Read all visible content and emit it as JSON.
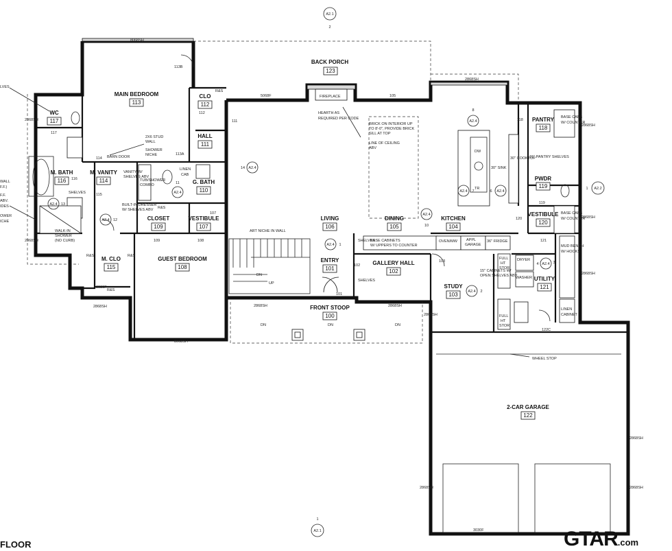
{
  "rooms": [
    {
      "label": "BACK PORCH",
      "num": "123"
    },
    {
      "label": "MAIN BEDROOM",
      "num": "113"
    },
    {
      "label": "WC",
      "num": "117"
    },
    {
      "label": "CLO",
      "num": "112"
    },
    {
      "label": "HALL",
      "num": "111"
    },
    {
      "label": "M. BATH",
      "num": "116"
    },
    {
      "label": "M. VANITY",
      "num": "114"
    },
    {
      "label": "G. BATH",
      "num": "110"
    },
    {
      "label": "CLOSET",
      "num": "109"
    },
    {
      "label": "VESTIBULE",
      "num": "107"
    },
    {
      "label": "M. CLO",
      "num": "115"
    },
    {
      "label": "GUEST BEDROOM",
      "num": "108"
    },
    {
      "label": "LIVING",
      "num": "106"
    },
    {
      "label": "ENTRY",
      "num": "101"
    },
    {
      "label": "DINING",
      "num": "105"
    },
    {
      "label": "GALLERY HALL",
      "num": "102"
    },
    {
      "label": "KITCHEN",
      "num": "104"
    },
    {
      "label": "PANTRY",
      "num": "118"
    },
    {
      "label": "PWDR",
      "num": "119"
    },
    {
      "label": "VESTIBULE",
      "num": "120"
    },
    {
      "label": "UTILITY",
      "num": "121"
    },
    {
      "label": "STUDY",
      "num": "103"
    },
    {
      "label": "FRONT STOOP",
      "num": "100"
    },
    {
      "label": "2-CAR GARAGE",
      "num": "122"
    }
  ],
  "notes": [
    "FIREPLACE",
    "HEARTH AS",
    "REQUIRED PER CODE",
    "BRICK ON INTERIOR UP",
    "TO 8'-0\", PROVIDE BRICK",
    "SILL AT TOP",
    "LINE OF CEILING",
    "ABV",
    "2X6 STUD",
    "WALL",
    "SHOWER",
    "NICHE",
    "BARN DOOR",
    "LINEN",
    "CAB",
    "R&S",
    "R&S",
    "R&S",
    "R&S",
    "R&S",
    "ART NICHE IN WALL",
    "BASE CABINETS",
    "W/ UPPERS TO COUNTER",
    "OVEN/MW",
    "APPL",
    "GARAGE",
    "36\" FRIDGE",
    "DW",
    "30\" SINK",
    "TR",
    "30\" COOKTOP",
    "15\" PANTRY SHELVES",
    "BASE CABS",
    "W/ COUNTER",
    "BASE CABS",
    "W/ COUNTER",
    "DRYER",
    "WASHER",
    "MUD BENCH",
    "W/ HOOKS",
    "LINEN",
    "CABINET",
    "FULL",
    "HT",
    "STOR",
    "FULL",
    "HT",
    "STOR",
    "15\" CABINETS W/",
    "OPEN SHELVES ABV",
    "WHEEL STOP",
    "WALK-IN",
    "SHOWER",
    "(NO CURB)",
    "SHELVES",
    "UP",
    "DN",
    "DN",
    "DN",
    "DN",
    "SHELVES",
    "SHELVES",
    "TUB/SHOWER",
    "COMBO",
    "BUILT-IN DRESSER",
    "W/ SHELVES ABV",
    "VANITY W/",
    "SHELVES ABV"
  ],
  "door_tags": [
    "113B",
    "112",
    "111",
    "114",
    "113A",
    "115",
    "116",
    "117",
    "109",
    "108",
    "107",
    "102",
    "101",
    "103",
    "118",
    "119",
    "120",
    "121",
    "122C",
    "105"
  ],
  "section_tags": [
    {
      "sheet": "A2.1",
      "num": "2"
    },
    {
      "sheet": "A2.1",
      "num": "1"
    },
    {
      "sheet": "A2.2",
      "num": "1"
    },
    {
      "sheet": "A2.4",
      "num": "14"
    },
    {
      "sheet": "A2.4",
      "num": "11"
    },
    {
      "sheet": "A2.4",
      "num": "13"
    },
    {
      "sheet": "A2.4",
      "num": "12"
    },
    {
      "sheet": "A2.4",
      "num": "1"
    },
    {
      "sheet": "A2.4",
      "num": "10"
    },
    {
      "sheet": "A2.4",
      "num": "7"
    },
    {
      "sheet": "A2.4",
      "num": "6"
    },
    {
      "sheet": "A2.4",
      "num": "8"
    },
    {
      "sheet": "A2.4",
      "num": "4"
    },
    {
      "sheet": "A2.4",
      "num": "3"
    },
    {
      "sheet": "A2.4",
      "num": "2"
    }
  ],
  "edge_notes": [
    "LVES",
    "WALL",
    "F.F.)",
    "F.F.",
    "ABV.",
    "IDES",
    "OWER",
    "ICHE"
  ],
  "window_tags": [
    "8068SH",
    "5068F",
    "2868SH",
    "2868SH",
    "2868SH",
    "2868SH",
    "8068SH",
    "3030F",
    "2868SH",
    "2868SH",
    "2868SH",
    "2868SH",
    "2868SH",
    "2868SH",
    "2868SH",
    "3030F",
    "2868SH",
    "2868SH"
  ],
  "title": "FLOOR",
  "logo": {
    "main": "GTAR",
    "suffix": ".com"
  }
}
